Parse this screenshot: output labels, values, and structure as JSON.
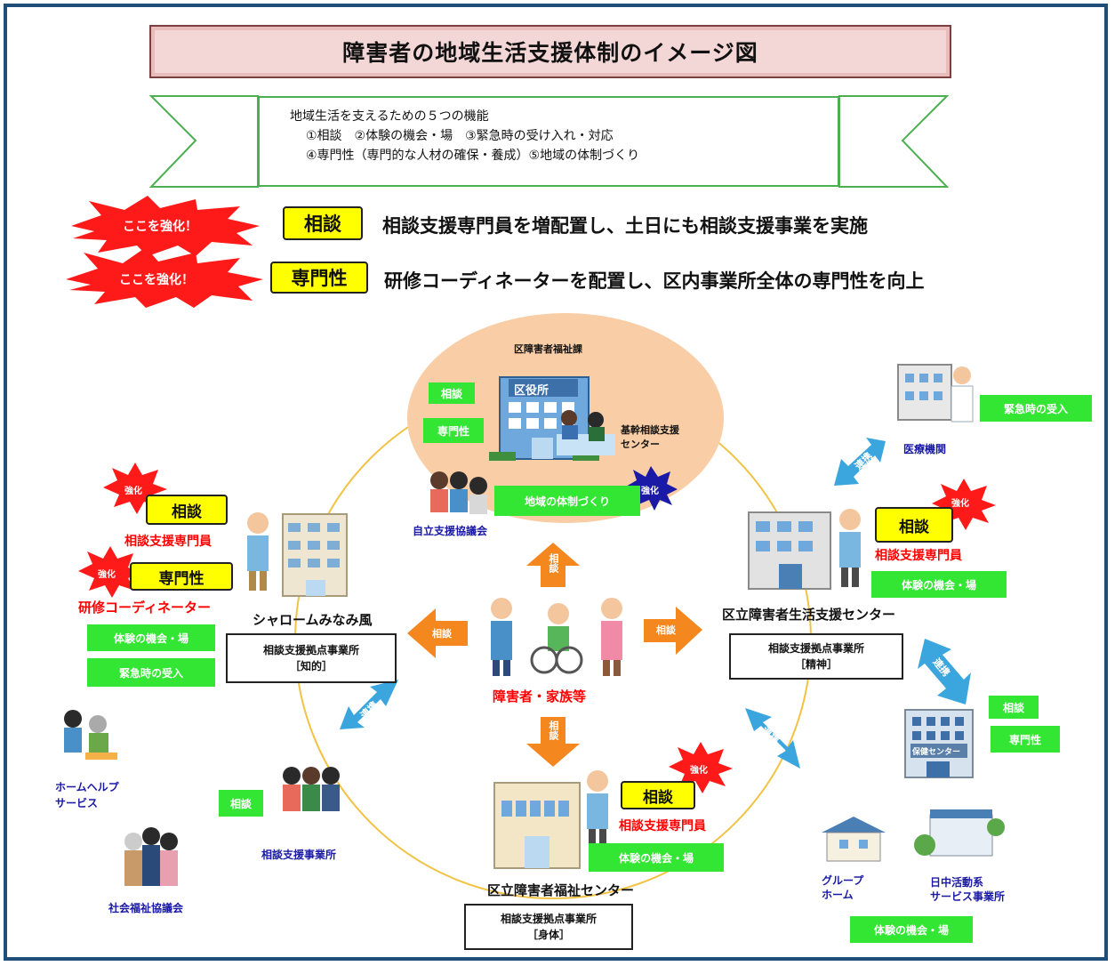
{
  "title": "障害者の地域生活支援体制のイメージ図",
  "functions": {
    "heading": "地域生活を支えるための５つの機能",
    "line1": "①相談　②体験の機会・場　③緊急時の受け入れ・対応",
    "line2": "④専門性（専門的な人材の確保・養成）⑤地域の体制づくり"
  },
  "reinforce": [
    {
      "burst": "ここを強化！",
      "tag": "相談",
      "text": "相談支援専門員を増配置し、土日にも相談支援事業を実施"
    },
    {
      "burst": "ここを強化！",
      "tag": "専門性",
      "text": "研修コーディネーターを配置し、区内事業所全体の専門性を向上"
    }
  ],
  "center": {
    "dept": "区障害者福祉課",
    "office_sign": "区役所",
    "base_center": "基幹相談支援センター",
    "btn_consult": "相談",
    "btn_expert": "専門性",
    "btn_community": "地域の体制づくり",
    "reinforce_badge": "強化"
  },
  "self_support": "自立支援協議会",
  "persons": "障害者・家族等",
  "arrow_label": "相談",
  "link_label": "連携",
  "left": {
    "badge": "強化",
    "tag_consult": "相談",
    "staff_consult": "相談支援専門員",
    "tag_expert": "専門性",
    "staff_expert": "研修コーディネーター",
    "facility": "シャロームみなみ風",
    "base_title": "相談支援拠点事業所",
    "base_type": "［知的］",
    "btn_experience": "体験の機会・場",
    "btn_emergency": "緊急時の受入"
  },
  "right": {
    "hospital_btn": "緊急時の受入",
    "hospital": "医療機関",
    "badge": "強化",
    "tag_consult": "相談",
    "staff_consult": "相談支援専門員",
    "btn_experience": "体験の機会・場",
    "facility": "区立障害者生活支援センター",
    "base_title": "相談支援拠点事業所",
    "base_type": "［精神］",
    "health_btn_consult": "相談",
    "health_btn_expert": "専門性",
    "health_sign": "保健センター",
    "group_home": [
      "グループ",
      "ホーム"
    ],
    "day_service": [
      "日中活動系",
      "サービス事業所"
    ],
    "btn_experience2": "体験の機会・場"
  },
  "bottom": {
    "badge": "強化",
    "tag_consult": "相談",
    "staff_consult": "相談支援専門員",
    "btn_experience": "体験の機会・場",
    "facility": "区立障害者福祉センター",
    "base_title": "相談支援拠点事業所",
    "base_type": "［身体］"
  },
  "lower_left": {
    "home_help": [
      "ホームヘルプ",
      "サービス"
    ],
    "consult_btn": "相談",
    "consult_office": "相談支援事業所",
    "welfare_council": "社会福祉協議会"
  },
  "colors": {
    "frame": "#1f4e79",
    "green": "#33e633",
    "yellow": "#ffff00",
    "red": "#ff0000",
    "orange": "#f5871f",
    "link_blue": "#3aa6dd",
    "ellipse": "#f9cda5",
    "circle": "#f2c243"
  }
}
